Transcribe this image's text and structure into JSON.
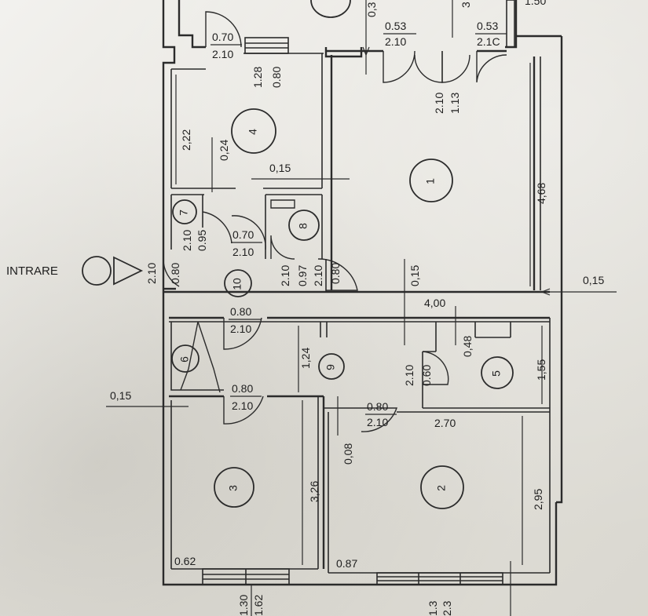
{
  "entrance": {
    "label": "INTRARE"
  },
  "rooms": [
    "1",
    "2",
    "3",
    "4",
    "5",
    "6",
    "7",
    "8",
    "9",
    "10"
  ],
  "openings": {
    "top_left_door": {
      "w": "0.70",
      "h": "2.10"
    },
    "top_door_a": {
      "w": "0.53",
      "h": "2.10"
    },
    "top_door_b": {
      "w": "0.53",
      "h": "2.1C"
    },
    "top_center": {
      "w": "1.13",
      "h": "2.10"
    },
    "room4_window": {
      "w": "0.80",
      "h": "1.28"
    },
    "room7_door": {
      "w": "0.95",
      "h": "2.10"
    },
    "hall_door_070": {
      "w": "0.70",
      "h": "2.10"
    },
    "room8_door": {
      "w": "0.97",
      "h": "2.10"
    },
    "hall_door_080": {
      "w": "0.80",
      "h": "2.10"
    },
    "entrance_door": {
      "w": "0.80",
      "h": "2.10"
    },
    "room6_top_door": {
      "w": "0.80",
      "h": "2.10"
    },
    "room6_bottom_door": {
      "w": "0.80",
      "h": "2.10"
    },
    "room2_door": {
      "w": "0.80",
      "h": "2.10"
    },
    "room5_door": {
      "w": "0.60",
      "h": "2.10"
    }
  },
  "dimensions": {
    "d_0_3": "0,3",
    "d_3": "3",
    "d_1_50": "1.50",
    "d_2_22": "2,22",
    "d_0_24": "0,24",
    "d_0_15_a": "0,15",
    "d_4_68": "4,68",
    "d_0_15_b": "0,15",
    "d_0_15_c": "0,15",
    "d_4_00": "4,00",
    "d_0_48": "0,48",
    "d_1_55": "1,55",
    "d_1_24": "1,24",
    "d_0_15_d": "0,15",
    "d_0_08": "0,08",
    "d_2_70": "2.70",
    "d_3_26": "3,26",
    "d_2_95": "2,95",
    "d_0_62": "0.62",
    "d_0_87": "0.87",
    "d_1_62": "1.62",
    "d_1_30": "1.30",
    "d_2_3": "2.3",
    "d_1_3": "1.3"
  }
}
